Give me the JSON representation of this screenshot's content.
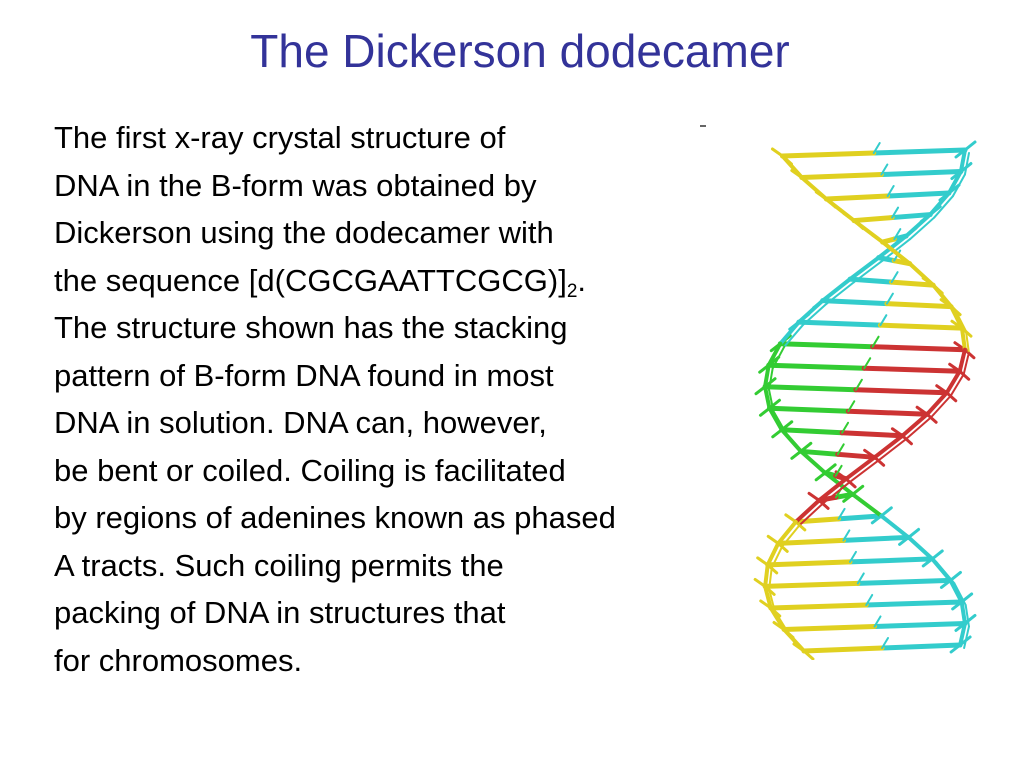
{
  "slide": {
    "title": "The Dickerson dodecamer",
    "lines": [
      {
        "text": "The first x-ray crystal structure of"
      },
      {
        "text": "DNA in the B-form was obtained by"
      },
      {
        "text": "Dickerson using the dodecamer with"
      },
      {
        "text": "the sequence [d(CGCGAATTCGCG)]",
        "sub": "2",
        "after": "."
      },
      {
        "text": "The structure shown has the stacking"
      },
      {
        "text": "pattern of B-form DNA found in most"
      },
      {
        "text": "DNA in solution.  DNA can, however,"
      },
      {
        "text": "be bent or coiled.  Coiling is facilitated"
      },
      {
        "text": "by regions of adenines known as phased"
      },
      {
        "text": "A tracts.  Such coiling permits the"
      },
      {
        "text": "packing of DNA in structures that"
      },
      {
        "text": "for chromosomes."
      }
    ]
  },
  "colors": {
    "title": "#333399",
    "text": "#000000",
    "strand_cyan": "#33cccc",
    "strand_yellow": "#e0d020",
    "strand_green": "#33cc33",
    "strand_red": "#cc3333"
  },
  "figure": {
    "icon": "dna-double-helix-structure"
  }
}
